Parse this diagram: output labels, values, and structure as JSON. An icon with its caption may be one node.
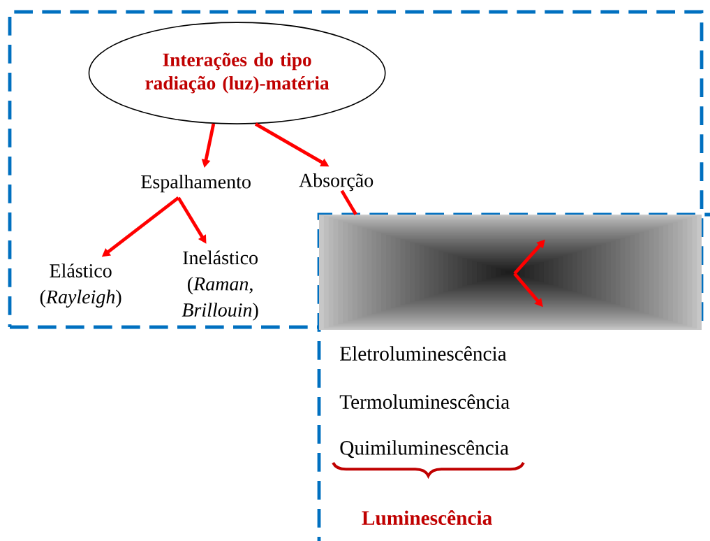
{
  "diagram": {
    "nodes": [
      {
        "text": [],
        "shape": "box"
      },
      {
        "text": [],
        "shape": "box"
      },
      {
        "text": [
          "Interações do tipo radiação (luz)-matéria"
        ],
        "in": 0
      },
      {
        "text": [
          "Espalhamento"
        ],
        "in": 0
      },
      {
        "text": [
          "Absorção"
        ],
        "in": 0
      },
      {
        "text": [
          "Elástico (*Rayleigh*)"
        ],
        "in": 0
      },
      {
        "text": [
          "Inelástico (*Raman*, *Brillouin*)"
        ],
        "in": 0
      },
      {
        "text": [],
        "shape": "picture"
      },
      {
        "text": [
          "Eletroluminescência"
        ],
        "in": 1
      },
      {
        "text": [
          "Termoluminescência"
        ],
        "in": 1
      },
      {
        "text": [
          "Quimiluminescência"
        ],
        "in": 1
      },
      {
        "text": [
          "Luminescência"
        ],
        "in": 1
      }
    ],
    "edges": [
      {
        "from": 2,
        "to": 3,
        "arrow": "to"
      },
      {
        "from": 2,
        "to": 4,
        "arrow": "to"
      },
      {
        "from": 3,
        "to": 5,
        "arrow": "to"
      },
      {
        "from": 3,
        "to": 6,
        "arrow": "to"
      },
      {
        "from": 4,
        "to": 7,
        "arrow": "none"
      },
      {
        "from": 7,
        "to": null,
        "arrow": "to"
      },
      {
        "from": 7,
        "to": null,
        "arrow": "to"
      }
    ]
  }
}
